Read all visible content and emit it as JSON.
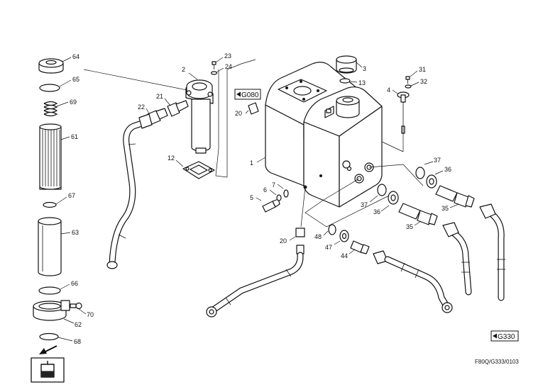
{
  "labels": {
    "p64": "64",
    "p65": "65",
    "p69": "69",
    "p61": "61",
    "p67": "67",
    "p63": "63",
    "p66": "66",
    "p70": "70",
    "p62": "62",
    "p68": "68",
    "p2": "2",
    "p21": "21",
    "p22": "22",
    "p23": "23",
    "p24": "24",
    "p12": "12",
    "p20a": "20",
    "p20b": "20",
    "p1": "1",
    "p7": "7",
    "p6": "6",
    "p5": "5",
    "p3": "3",
    "p13": "13",
    "p31": "31",
    "p32": "32",
    "p4": "4",
    "p37a": "37",
    "p36a": "36",
    "p35a": "35",
    "p37b": "37",
    "p36b": "36",
    "p35b": "35",
    "p48": "48",
    "p47": "47",
    "p44": "44"
  },
  "references": {
    "g080": "G080",
    "g330": "G330"
  },
  "drawing_code": "F80Q/G333/0103"
}
